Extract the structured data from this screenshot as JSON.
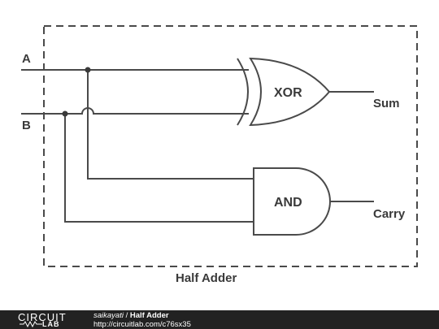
{
  "diagram": {
    "inputs": {
      "a": "A",
      "b": "B"
    },
    "outputs": {
      "sum": "Sum",
      "carry": "Carry"
    },
    "gates": {
      "xor": "XOR",
      "and": "AND"
    },
    "box_label": "Half Adder"
  },
  "footer": {
    "logo_top": "CIRCUIT",
    "logo_bottom": "LAB",
    "author": "saikayati",
    "separator": " / ",
    "title": "Half Adder",
    "url": "http://circuitlab.com/c76sx35"
  }
}
